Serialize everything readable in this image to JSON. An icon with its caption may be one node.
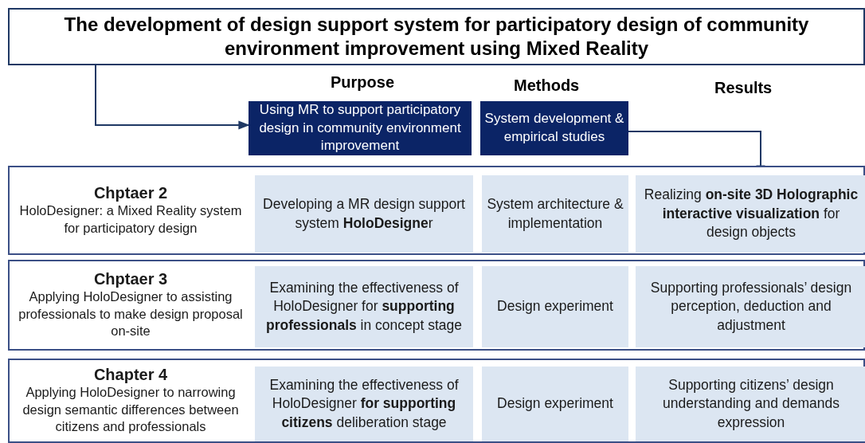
{
  "diagram": {
    "nodes": [
      {
        "text": [
          "The development of design support system for participatory design of community environment improvement using Mixed Reality"
        ]
      },
      {
        "text": [
          "Using MR to support participatory design in community environment improvement"
        ]
      },
      {
        "text": [
          "System development & empirical studies"
        ]
      },
      {
        "text": [
          "Chptaer 2",
          "HoloDesigner: a Mixed Reality system for participatory design"
        ]
      },
      {
        "text": [
          "Developing a MR design support system **HoloDesigne**r"
        ],
        "in": 3
      },
      {
        "text": [
          "System architecture & implementation"
        ],
        "in": 3
      },
      {
        "text": [
          "Realizing **on-site 3D Holographic interactive visualization** for design objects"
        ],
        "in": 3
      },
      {
        "text": [
          "Chptaer 3",
          "Applying HoloDesigner to assisting professionals to make design proposal on-site"
        ]
      },
      {
        "text": [
          "Examining the effectiveness of HoloDesigner for **supporting professionals** in concept stage"
        ],
        "in": 7
      },
      {
        "text": [
          "Design experiment"
        ],
        "in": 7
      },
      {
        "text": [
          "Supporting professionals’ design perception, deduction and adjustment"
        ],
        "in": 7
      },
      {
        "text": [
          "Chapter 4",
          "Applying HoloDesigner to narrowing design semantic differences between citizens and professionals"
        ]
      },
      {
        "text": [
          "Examining the effectiveness of HoloDesigner **for supporting citizens** deliberation stage"
        ],
        "in": 11
      },
      {
        "text": [
          "Design experiment"
        ],
        "in": 11
      },
      {
        "text": [
          "Supporting citizens’ design understanding and demands expression"
        ],
        "in": 11
      }
    ],
    "edges": [
      {
        "from": 0,
        "to": 1,
        "arrow": "to"
      },
      {
        "from": 2,
        "to": 6,
        "arrow": "to"
      }
    ],
    "labels": [
      "Purpose",
      "Methods",
      "Results"
    ]
  }
}
